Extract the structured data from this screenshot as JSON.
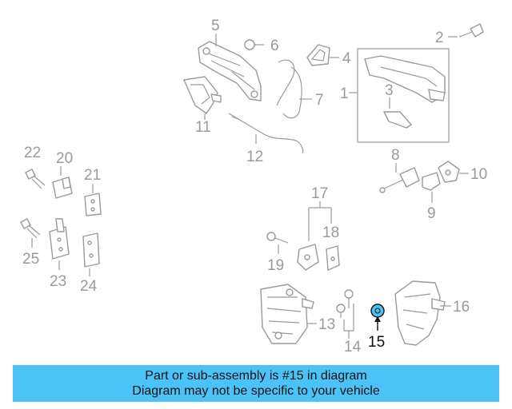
{
  "callouts": {
    "n1": "1",
    "n2": "2",
    "n3": "3",
    "n4": "4",
    "n5": "5",
    "n6": "6",
    "n7": "7",
    "n8": "8",
    "n9": "9",
    "n10": "10",
    "n11": "11",
    "n12": "12",
    "n13": "13",
    "n14": "14",
    "n15": "15",
    "n16": "16",
    "n17": "17",
    "n18": "18",
    "n19": "19",
    "n20": "20",
    "n21": "21",
    "n22": "22",
    "n23": "23",
    "n24": "24",
    "n25": "25"
  },
  "highlight": {
    "part_number": "15",
    "color": "#4cc3f7"
  },
  "banner": {
    "line1": "Part or sub-assembly is #15 in diagram",
    "line2": "Diagram may not be specific to your vehicle",
    "background": "#4cc3f7"
  }
}
